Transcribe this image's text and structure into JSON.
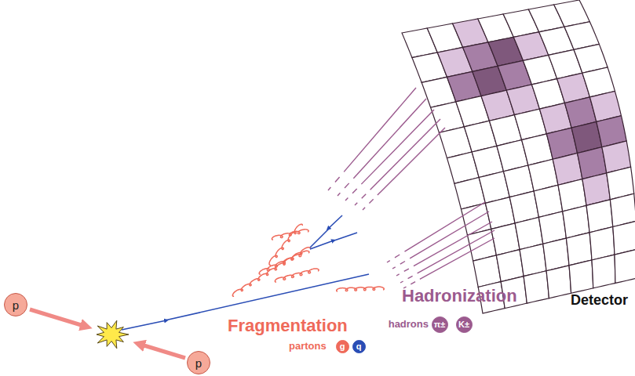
{
  "diagram": {
    "nodes": [
      {
        "text": [
          "p"
        ]
      },
      {
        "text": [
          "p"
        ]
      },
      {
        "text": [
          "g"
        ]
      },
      {
        "text": [
          "q"
        ]
      },
      {
        "text": [
          "π±"
        ]
      },
      {
        "text": [
          "K±"
        ]
      }
    ],
    "labels": [
      "Fragmentation",
      "partons",
      "Hadronization",
      "hadrons",
      "Detector"
    ]
  }
}
